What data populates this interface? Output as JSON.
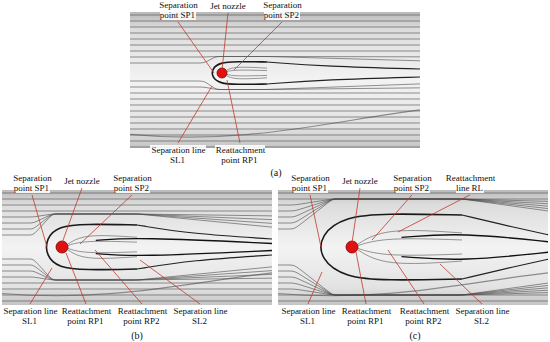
{
  "diagram": {
    "labels": [
      "Separation point SP1",
      "Jet nozzle",
      "Separation point SP2",
      "Separation line SL1",
      "Reattachment point RP1",
      "(a)",
      "Separation point SP1",
      "Jet nozzle",
      "Separation point SP2",
      "Separation line SL1",
      "Reattachment point RP1",
      "Reattachment point RP2",
      "Separation line SL2",
      "(b)",
      "Separation point SP1",
      "Jet nozzle",
      "Separation point SP2",
      "Reattachment line RL",
      "Separation line SL1",
      "Reattachment point RP1",
      "Reattachment point RP2",
      "Separation line SL2",
      "(c)"
    ]
  }
}
